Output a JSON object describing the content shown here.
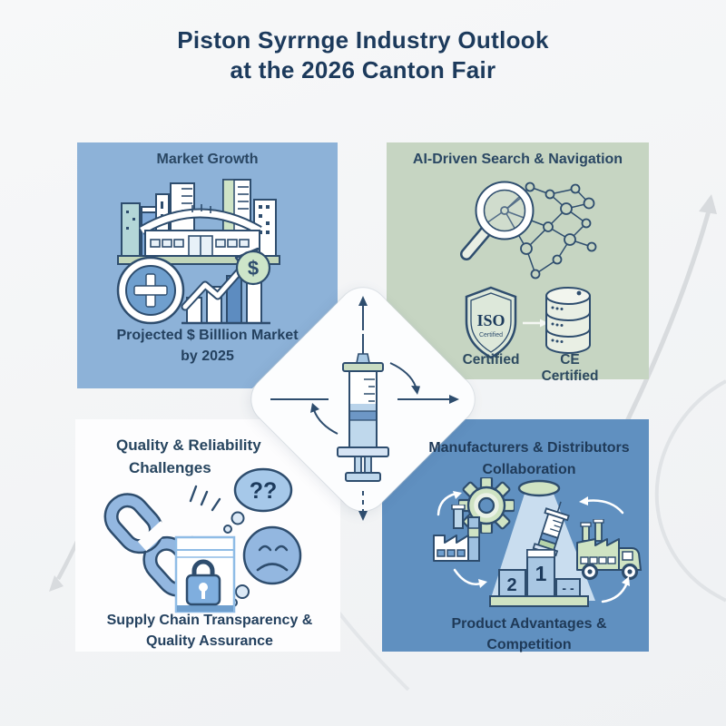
{
  "page_title": {
    "line1": "Piston Syrrnge Industry Outlook",
    "line2": "at the 2026 Canton Fair"
  },
  "quadrants": {
    "market_growth": {
      "title": "Market Growth",
      "caption_line1": "Projected $ Billlion Market",
      "caption_line2": "by 2025",
      "coin_symbol": "$",
      "icons": [
        "city-skyline",
        "plus-circle",
        "growth-bar-chart",
        "dollar-coin"
      ]
    },
    "ai_navigation": {
      "title": "AI-Driven Search & Navigation",
      "shield_title": "ISO",
      "shield_subtitle": "Certified",
      "label_shield": "Certified",
      "label_database": "CE Certified",
      "icons": [
        "magnifier-network",
        "iso-shield",
        "right-arrow",
        "database"
      ]
    },
    "quality_challenges": {
      "title_line1": "Quality & Reliability",
      "title_line2": "Challenges",
      "bubble_text": "??",
      "caption_line1": "Supply Chain Transparency &",
      "caption_line2": "Quality Assurance",
      "icons": [
        "broken-chain",
        "spark-lines",
        "thought-bubble",
        "sad-face",
        "locked-document"
      ]
    },
    "collaboration": {
      "title_line1": "Manufacturers & Distributors",
      "title_line2": "Collaboration",
      "podium_first": "1",
      "podium_second": "2",
      "podium_third": "- -",
      "caption_line1": "Product Advantages &",
      "caption_line2": "Competition",
      "icons": [
        "gear",
        "spotlight",
        "syringe",
        "factory",
        "factory-truck",
        "podium"
      ]
    }
  },
  "center": {
    "icon": "piston-syringe",
    "arrows": [
      "up",
      "right",
      "down-dashed",
      "left-line",
      "rotate-cw",
      "rotate-ccw"
    ]
  },
  "colors": {
    "panel_blue": "#8db2d8",
    "panel_green": "#c6d5c2",
    "panel_white": "#fdfdfe",
    "panel_deep_blue": "#6090c0",
    "outline_navy": "#2e4d6e",
    "title_navy": "#1c3a5c",
    "icon_blue": "#93b7e0",
    "icon_green": "#cfe3c3"
  }
}
